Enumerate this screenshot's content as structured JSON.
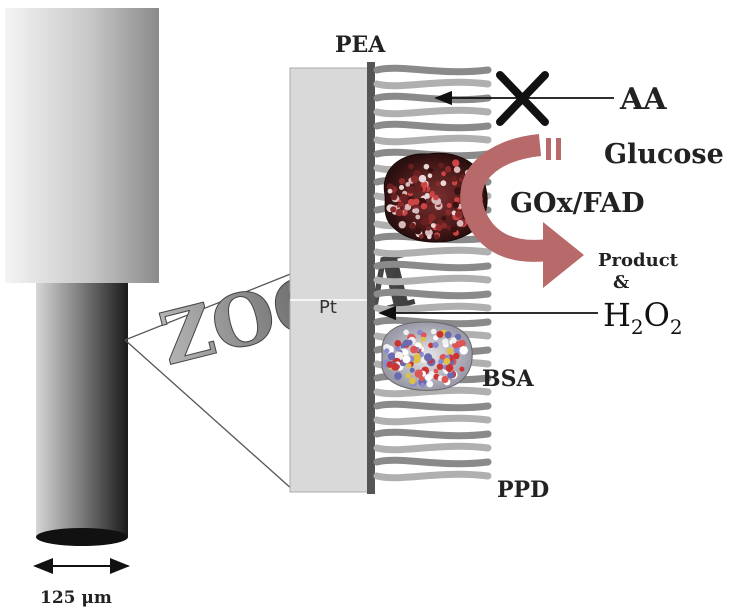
{
  "labels": {
    "pea": "PEA",
    "aa": "AA",
    "glucose": "Glucose",
    "gox_fad": "GOx/FAD",
    "product": "Product",
    "ampersand": "&",
    "h2o2_h": "H",
    "h2o2_2a": "2",
    "h2o2_o": "O",
    "h2o2_2b": "2",
    "pt": "Pt",
    "zoom": "ZOOM",
    "bsa": "BSA",
    "ppd": "PPD",
    "scale": "125 μm"
  },
  "colors": {
    "aa": "#c0282a",
    "gox_fad": "#2a2ad0",
    "curved_arrow": "#b86a6a",
    "pt_layer": "#d9d9d9",
    "electrode_dark": "#222222"
  }
}
